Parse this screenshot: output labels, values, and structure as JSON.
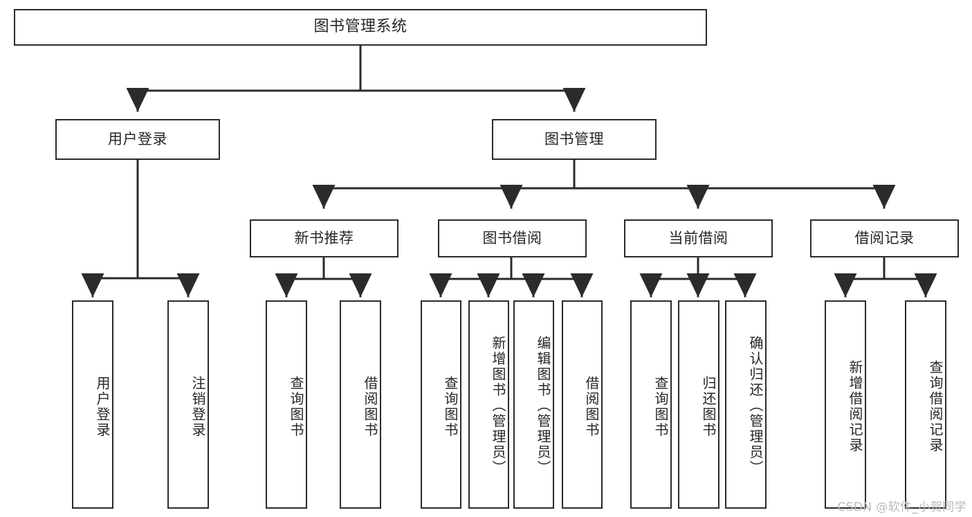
{
  "diagram": {
    "title": "图书管理系统",
    "watermark": "CSDN @软件_小贺同学",
    "colors": {
      "border": "#2b2b2b",
      "text": "#262626",
      "background": "#ffffff",
      "watermark": "#b9b9b9"
    },
    "nodes": {
      "root": {
        "label": "图书管理系统"
      },
      "level2": [
        {
          "label": "用户登录"
        },
        {
          "label": "图书管理"
        }
      ],
      "level3": [
        {
          "label": "新书推荐"
        },
        {
          "label": "图书借阅"
        },
        {
          "label": "当前借阅"
        },
        {
          "label": "借阅记录"
        }
      ],
      "leaves": {
        "user_login": [
          {
            "label": "用户登录"
          },
          {
            "label": "注销登录"
          }
        ],
        "new_book_recommend": [
          {
            "label": "查询图书"
          },
          {
            "label": "借阅图书"
          }
        ],
        "book_borrow": [
          {
            "label": "查询图书"
          },
          {
            "label": "新增图书（管理员）"
          },
          {
            "label": "编辑图书（管理员）"
          },
          {
            "label": "借阅图书"
          }
        ],
        "current_borrow": [
          {
            "label": "查询图书"
          },
          {
            "label": "归还图书"
          },
          {
            "label": "确认归还（管理员）"
          }
        ],
        "borrow_records": [
          {
            "label": "新增借阅记录"
          },
          {
            "label": "查询借阅记录"
          }
        ]
      }
    }
  }
}
